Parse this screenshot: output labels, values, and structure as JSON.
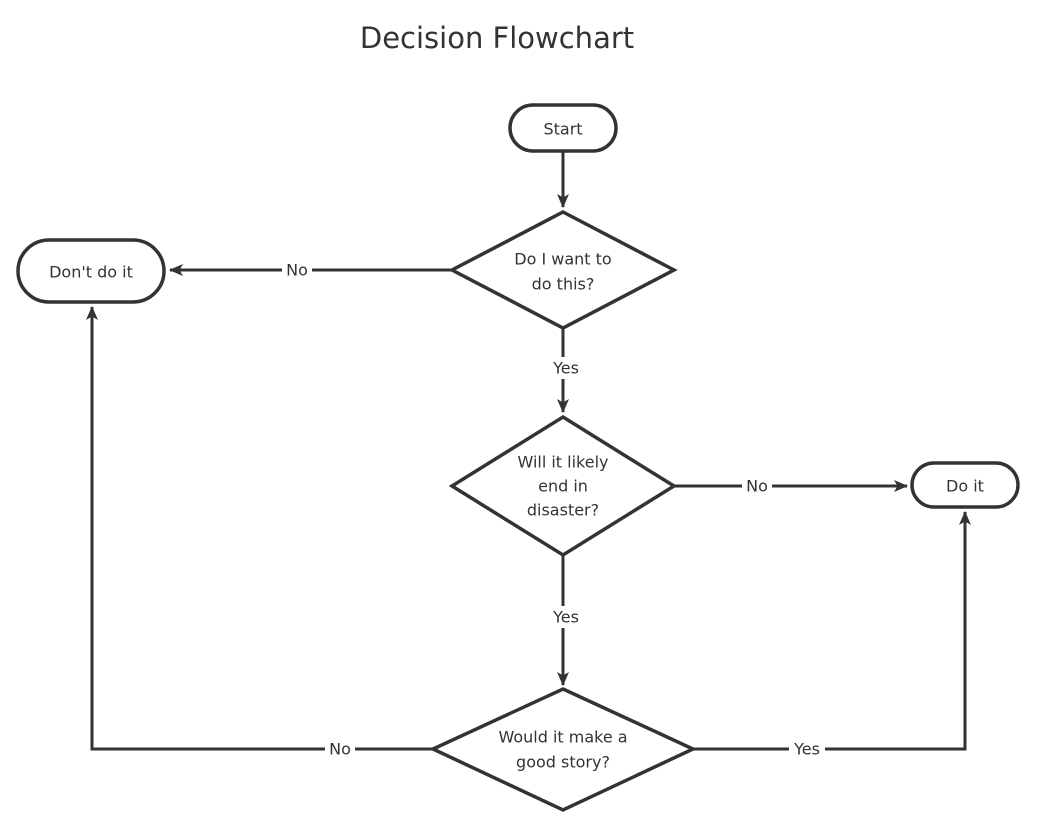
{
  "title": "Decision Flowchart",
  "colors": {
    "stroke": "#333333",
    "fill": "#ffffff",
    "text": "#333333",
    "background": "#ffffff"
  },
  "nodes": {
    "start": {
      "label": "Start",
      "type": "stadium"
    },
    "dont_do_it": {
      "label": "Don't do it",
      "type": "stadium"
    },
    "do_it": {
      "label": "Do it",
      "type": "stadium"
    }
  },
  "decisions": {
    "want": {
      "lines": [
        "Do I want to",
        "do this?"
      ]
    },
    "disaster": {
      "lines": [
        "Will it likely",
        "end in",
        "disaster?"
      ]
    },
    "story": {
      "lines": [
        "Would it make a",
        "good story?"
      ]
    }
  },
  "edges": [
    {
      "from": "start",
      "to": "want",
      "label": ""
    },
    {
      "from": "want",
      "to": "dont_do_it",
      "label": "No"
    },
    {
      "from": "want",
      "to": "disaster",
      "label": "Yes"
    },
    {
      "from": "disaster",
      "to": "do_it",
      "label": "No"
    },
    {
      "from": "disaster",
      "to": "story",
      "label": "Yes"
    },
    {
      "from": "story",
      "to": "dont_do_it",
      "label": "No"
    },
    {
      "from": "story",
      "to": "do_it",
      "label": "Yes"
    }
  ]
}
